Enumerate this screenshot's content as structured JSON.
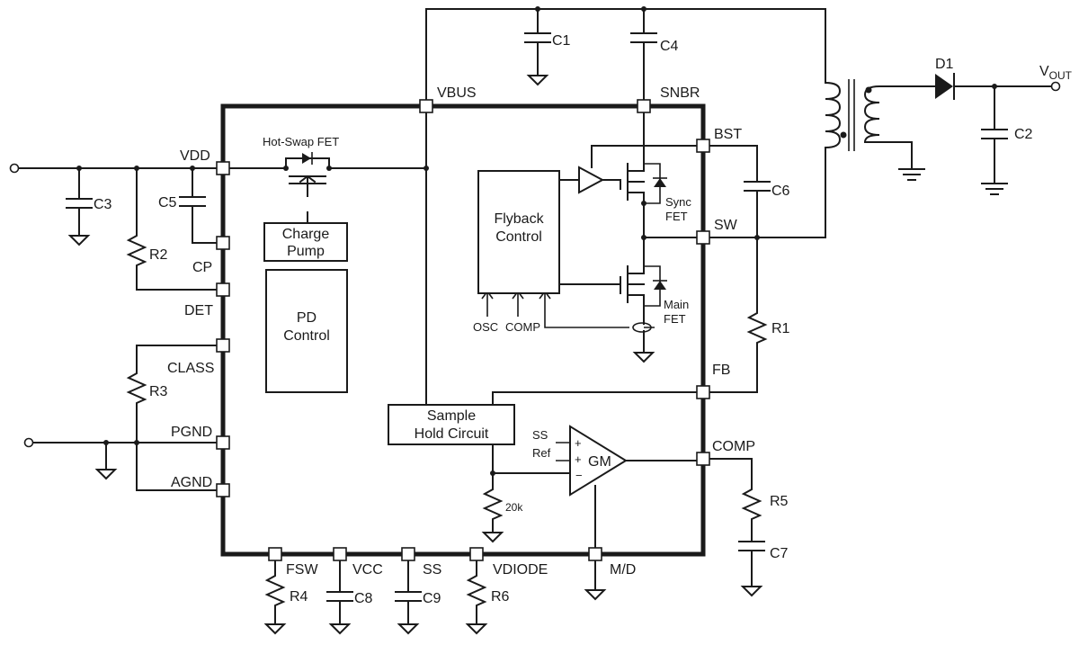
{
  "pins": {
    "vbus": "VBUS",
    "snbr": "SNBR",
    "bst": "BST",
    "sw": "SW",
    "fb": "FB",
    "comp": "COMP",
    "vdd": "VDD",
    "cp": "CP",
    "det": "DET",
    "class": "CLASS",
    "pgnd": "PGND",
    "agnd": "AGND",
    "fsw": "FSW",
    "vcc": "VCC",
    "ss": "SS",
    "vdiode": "VDIODE",
    "md": "M/D"
  },
  "components": {
    "c1": "C1",
    "c2": "C2",
    "c3": "C3",
    "c4": "C4",
    "c5": "C5",
    "c6": "C6",
    "c7": "C7",
    "c8": "C8",
    "c9": "C9",
    "r1": "R1",
    "r2": "R2",
    "r3": "R3",
    "r4": "R4",
    "r5": "R5",
    "r6": "R6",
    "d1": "D1",
    "r20k": "20k"
  },
  "output": {
    "v": "V",
    "sub": "OUT"
  },
  "blocks": {
    "hotswap": "Hot-Swap FET",
    "charge_pump": [
      "Charge",
      "Pump"
    ],
    "pd_control": [
      "PD",
      "Control"
    ],
    "flyback": [
      "Flyback",
      "Control"
    ],
    "sample_hold": [
      "Sample",
      "Hold Circuit"
    ],
    "sync_fet": [
      "Sync",
      "FET"
    ],
    "main_fet": [
      "Main",
      "FET"
    ],
    "osc": "OSC",
    "comp_in": "COMP",
    "gm": "GM",
    "gm_ss": "SS",
    "gm_ref": "Ref",
    "plus": "+",
    "minus": "−"
  }
}
